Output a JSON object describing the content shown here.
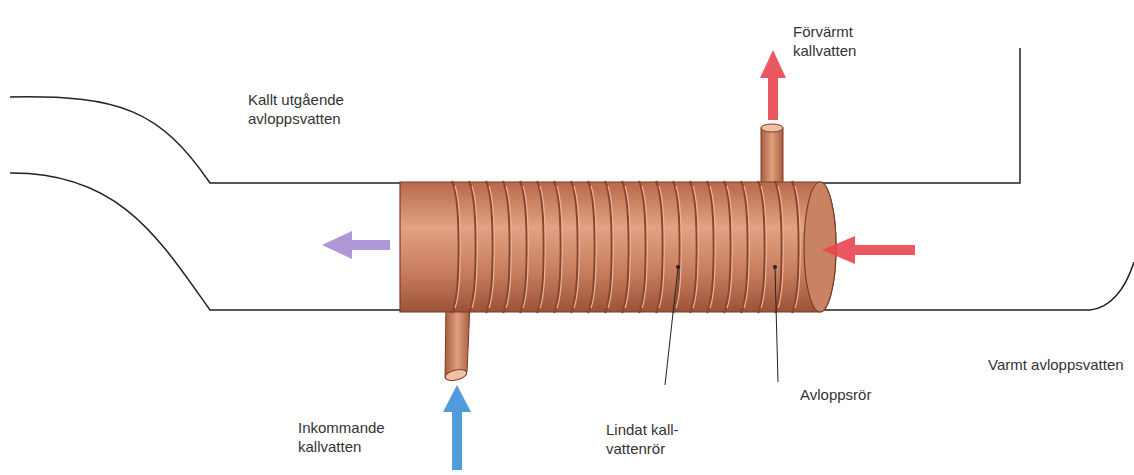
{
  "diagram": {
    "labels": [
      "Förvärmt kallvatten",
      "Kallt utgående avloppsvatten",
      "Varmt avloppsvatten",
      "Avloppsrör",
      "Inkommande kallvatten",
      "Lindat kall- vattenrör"
    ]
  }
}
